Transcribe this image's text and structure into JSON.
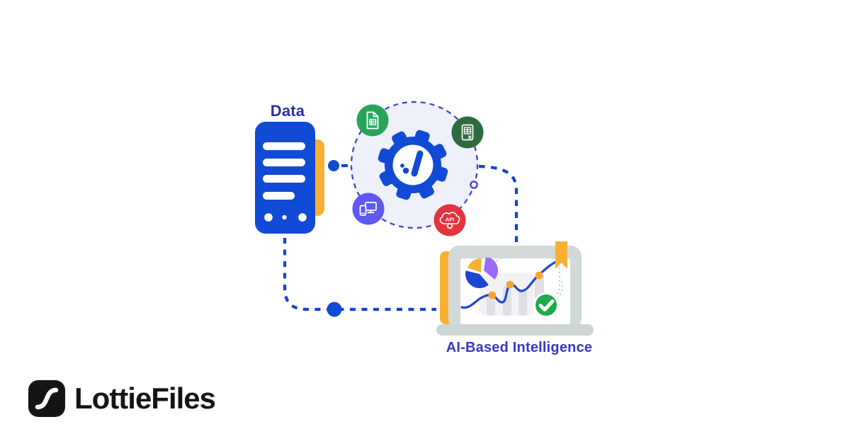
{
  "colors": {
    "page-bg": "#ffffff",
    "primary": "#114bd5",
    "indigo-dark": "#2e2fa4",
    "indigo-text": "#3839c4",
    "accent-yellow": "#f9b032",
    "badge-green": "#28a55b",
    "badge-dark-green": "#2e6b3e",
    "badge-purple": "#5f58f2",
    "badge-red": "#e5333f",
    "pie-purple": "#9b6cfa",
    "pie-blue": "#1d46cf",
    "dot-orange": "#f6a62b",
    "check-green": "#1fa94a",
    "laptop-gray": "#d3d9d9",
    "laptop-base-gray": "#cdd5d5",
    "bar-gray": "#dfdfe4",
    "panel-gray": "#f2f2f5",
    "hub-bg": "#eef0fa",
    "dash-blue": "#1243d0",
    "circle-dash": "#4449ce",
    "line-blue": "#2246d4",
    "hint-dot": "#9fb0ea",
    "logo-black": "#151515"
  },
  "diagram": {
    "source_label": "Data",
    "result_label": "AI-Based Intelligence",
    "hub": {
      "badge_icons": [
        "spreadsheet-document",
        "table-report",
        "devices",
        "api-cloud"
      ],
      "api_badge_text": "API"
    }
  },
  "logo": {
    "text": "LottieFiles"
  }
}
